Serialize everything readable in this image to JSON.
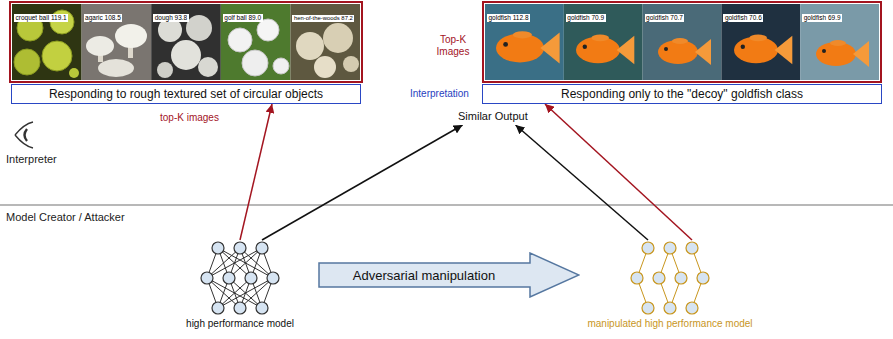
{
  "diagram": {
    "nodes": [
      {
        "text": [
          "croquet ball 119.1"
        ]
      },
      {
        "text": [
          "agaric 108.5"
        ]
      },
      {
        "text": [
          "dough 93.8"
        ]
      },
      {
        "text": [
          "golf ball 89.0"
        ]
      },
      {
        "text": [
          "hen-of-the-woods 87.2"
        ]
      },
      {
        "text": [
          "goldfish 112.8"
        ]
      },
      {
        "text": [
          "goldfish 70.9"
        ]
      },
      {
        "text": [
          "goldfish 70.7"
        ]
      },
      {
        "text": [
          "goldfish 70.6"
        ]
      },
      {
        "text": [
          "goldfish 69.9"
        ]
      },
      {
        "text": [
          "Responding to rough textured set of circular objects"
        ]
      },
      {
        "text": [
          "Responding only to the \"decoy\" goldfish class"
        ]
      },
      {
        "text": [
          "Similar Output"
        ]
      },
      {
        "text": [
          "high performance model"
        ]
      },
      {
        "text": [
          "Adversarial manipulation"
        ]
      },
      {
        "text": [
          "manipulated high performance model"
        ]
      }
    ],
    "edges": [
      {
        "from": 13,
        "to": 10,
        "arrow": "to"
      },
      {
        "from": 13,
        "to": 12,
        "arrow": "to"
      },
      {
        "from": 15,
        "to": 12,
        "arrow": "to"
      },
      {
        "from": 15,
        "to": 11,
        "arrow": "to"
      }
    ],
    "labels": [
      "Top-K Images",
      "Interpretation",
      "top-K images",
      "Interpreter",
      "Model Creator / Attacker"
    ]
  }
}
